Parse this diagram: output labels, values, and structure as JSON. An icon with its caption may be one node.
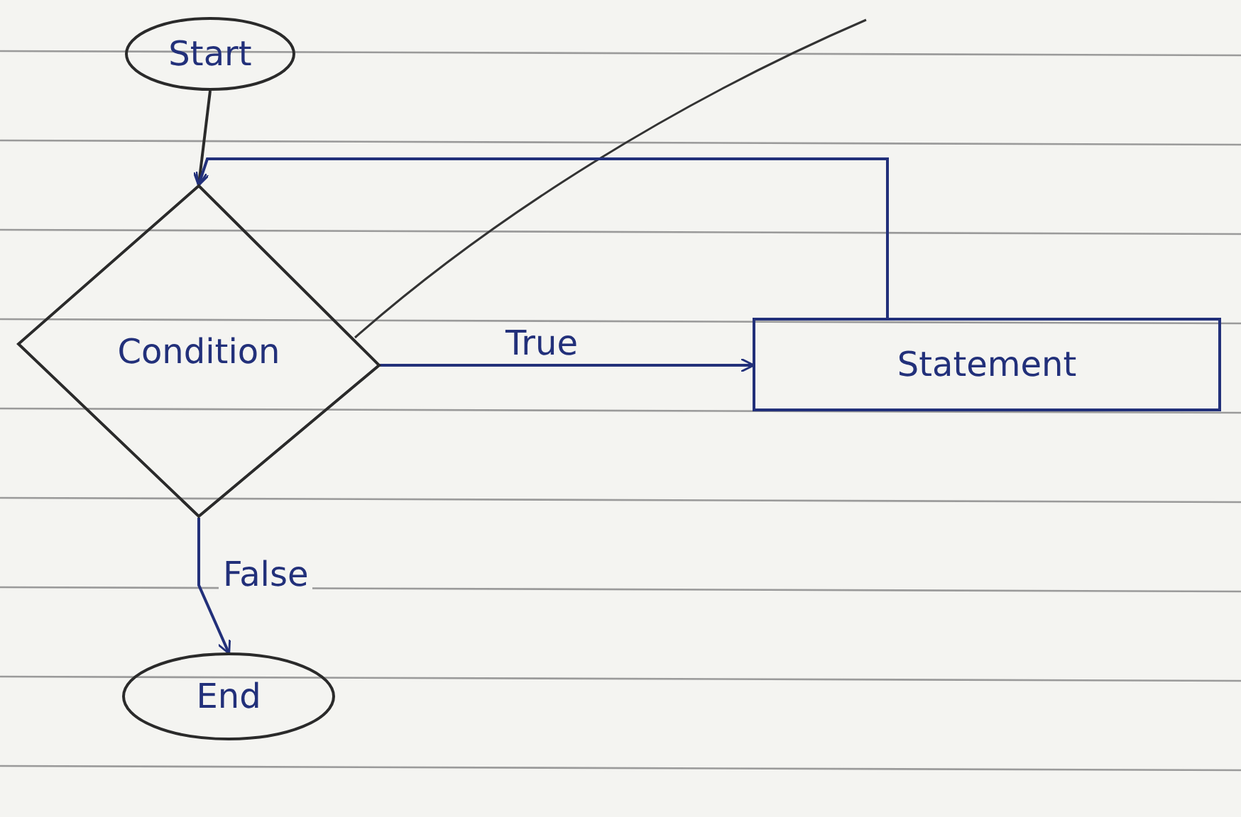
{
  "diagram": {
    "nodes": [
      {
        "text": [
          "Start"
        ]
      },
      {
        "text": [
          "Condition"
        ]
      },
      {
        "text": [
          "Statement"
        ]
      },
      {
        "text": [
          "End"
        ]
      }
    ],
    "edges": [
      {
        "from": 0,
        "to": 1,
        "arrow": "to"
      },
      {
        "from": 1,
        "to": 2,
        "label": "True",
        "arrow": "to"
      },
      {
        "from": 2,
        "to": 1,
        "arrow": "to"
      },
      {
        "from": 1,
        "to": 3,
        "label": "False",
        "arrow": "to"
      }
    ]
  }
}
